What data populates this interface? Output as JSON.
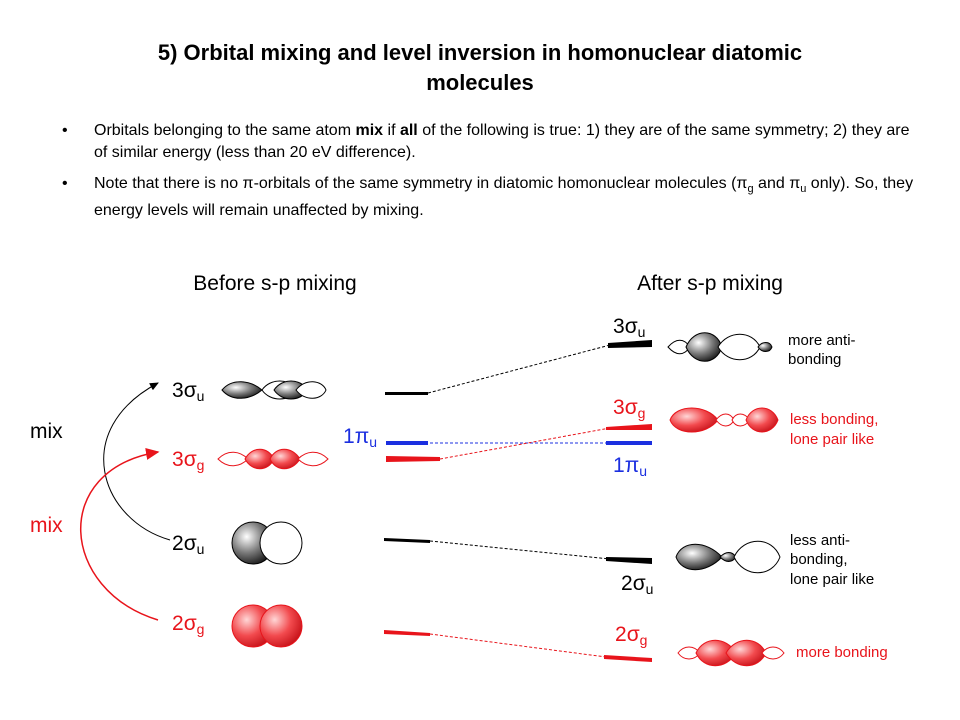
{
  "title_line1": "5) Orbital mixing and level inversion in homonuclear diatomic",
  "title_line2": "molecules",
  "bullet_char": "•",
  "bullet1": {
    "a": "Orbitals belonging to the same atom ",
    "b": "mix",
    "c": " if ",
    "d": "all",
    "e": " of the following is true: 1) they are of the same symmetry; 2) they are of similar energy (less than 20 eV difference)."
  },
  "bullet2": {
    "a": "Note that there is no ",
    "pi": "π",
    "b": "-orbitals of the same symmetry in diatomic homonuclear molecules (",
    "g": "g",
    "and": " and ",
    "u": "u",
    "c": " only). So, they energy levels will remain unaffected by mixing."
  },
  "diagram": {
    "before_heading": "Before s-p mixing",
    "after_heading": "After s-p mixing",
    "mix_black": "mix",
    "mix_red": "mix",
    "colors": {
      "black": "#000000",
      "red": "#e8141b",
      "blue": "#1b2fe0",
      "red_fill": "#f04d50"
    },
    "labels": {
      "before_3su": {
        "num": "3",
        "sym": "σ",
        "sub": "u"
      },
      "before_3sg": {
        "num": "3",
        "sym": "σ",
        "sub": "g"
      },
      "before_2su": {
        "num": "2",
        "sym": "σ",
        "sub": "u"
      },
      "before_2sg": {
        "num": "2",
        "sym": "σ",
        "sub": "g"
      },
      "pi_before": {
        "num": "1",
        "sym": "π",
        "sub": "u"
      },
      "after_3su": {
        "num": "3",
        "sym": "σ",
        "sub": "u"
      },
      "after_3sg": {
        "num": "3",
        "sym": "σ",
        "sub": "g"
      },
      "after_1pu": {
        "num": "1",
        "sym": "π",
        "sub": "u"
      },
      "after_2su": {
        "num": "2",
        "sym": "σ",
        "sub": "u"
      },
      "after_2sg": {
        "num": "2",
        "sym": "σ",
        "sub": "g"
      }
    },
    "desc": {
      "su3_l1": "more anti-",
      "su3_l2": "bonding",
      "sg3_l1": "less bonding,",
      "sg3_l2": "lone pair like",
      "su2_l1": "less anti-",
      "su2_l2": "bonding,",
      "su2_l3": "lone pair like",
      "sg2_l1": "more bonding"
    }
  }
}
